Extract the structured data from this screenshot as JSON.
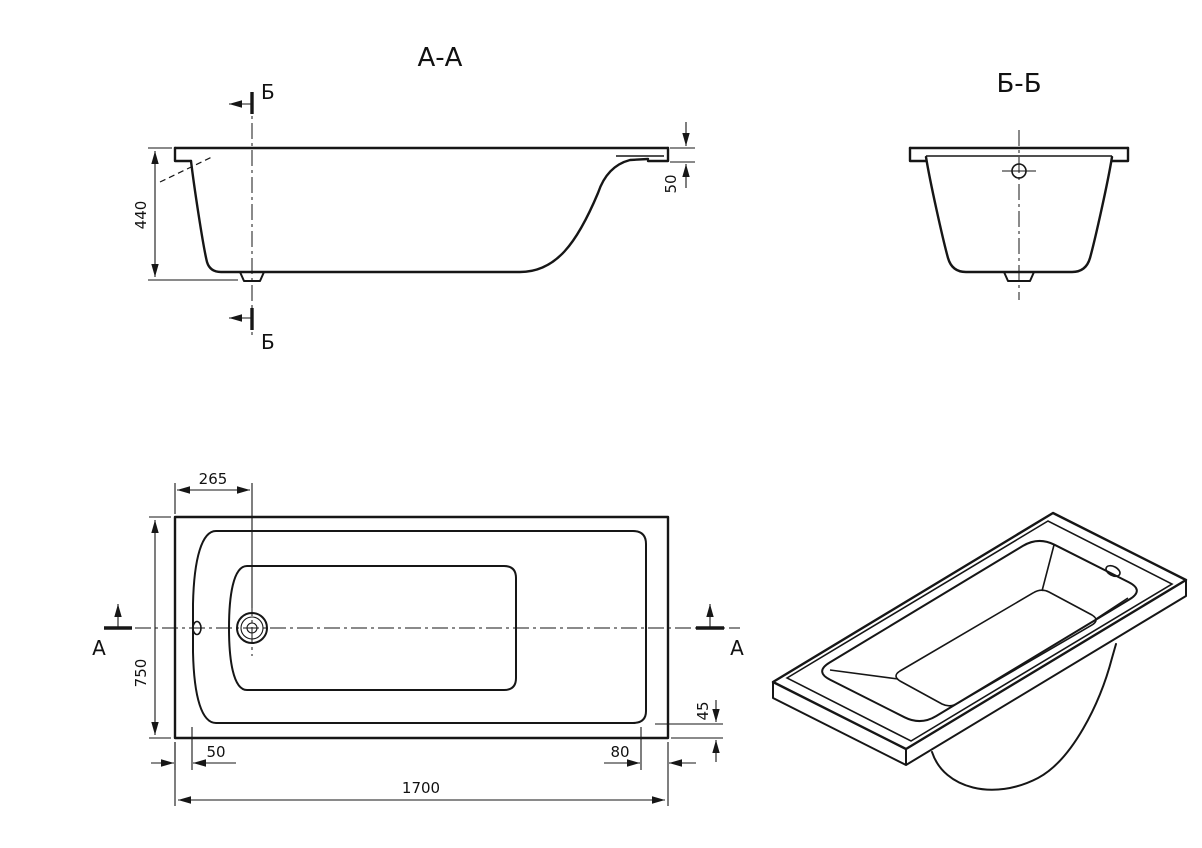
{
  "drawing": {
    "type": "bathtub-technical-drawing",
    "labels": {
      "section_aa_title": "А-А",
      "section_bb_title": "Б-Б",
      "cut_b_top": "Б",
      "cut_b_bottom": "Б",
      "cut_a_left": "А",
      "cut_a_right": "А"
    },
    "dimensions": {
      "side_depth": "440",
      "side_rim_height": "50",
      "plan_drain_offset": "265",
      "plan_width": "750",
      "plan_rim_head": "50",
      "plan_rim_foot": "80",
      "plan_rim_side": "45",
      "plan_length": "1700"
    },
    "colors": {
      "line": "#161616",
      "background": "#ffffff"
    }
  }
}
